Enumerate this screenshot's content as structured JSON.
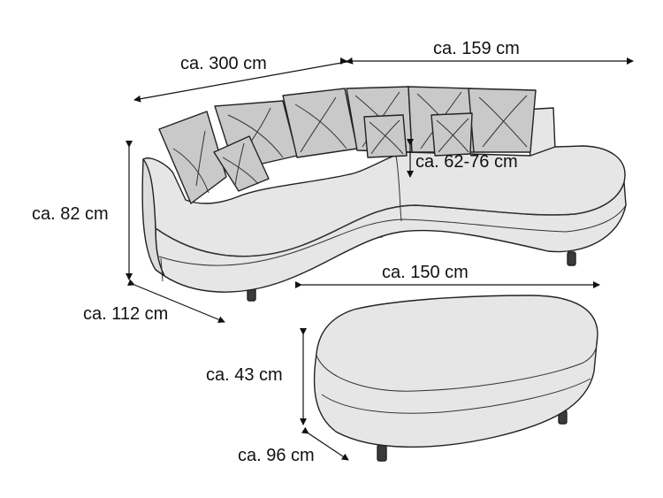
{
  "colors": {
    "body_fill": "#e6e6e6",
    "cushion_fill": "#c9c9c9",
    "outline": "#222222",
    "leg_fill": "#3a3a3a"
  },
  "dimensions": {
    "sofa_back_length": "ca. 300 cm",
    "sofa_side_length": "ca. 159 cm",
    "sofa_height": "ca. 82 cm",
    "seat_height": "ca. 62-76 cm",
    "sofa_depth": "ca. 112 cm",
    "ottoman_length": "ca. 150 cm",
    "ottoman_height": "ca. 43 cm",
    "ottoman_depth": "ca. 96 cm"
  }
}
